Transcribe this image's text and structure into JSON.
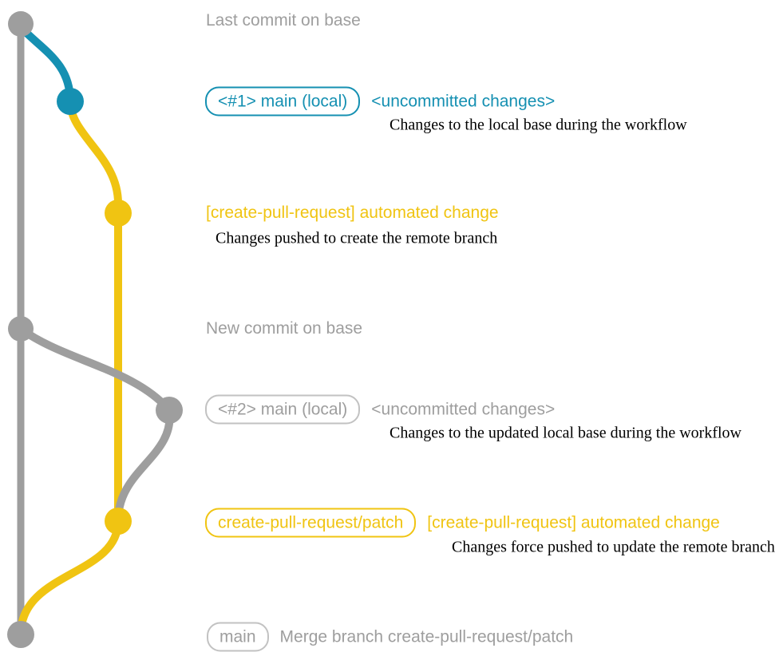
{
  "colors": {
    "gray": "#9e9e9e",
    "blue": "#1590b2",
    "yellow": "#f0c412",
    "gray_border": "#c2c2c2",
    "ink": "#000000",
    "bg": "#ffffff"
  },
  "graph": {
    "type": "git-branch-diagram",
    "branches": [
      {
        "name": "base",
        "color": "gray"
      },
      {
        "name": "local-main-1",
        "color": "blue"
      },
      {
        "name": "create-pull-request-patch",
        "color": "yellow"
      },
      {
        "name": "local-main-2",
        "color": "gray"
      }
    ],
    "nodes": [
      {
        "name": "last-commit-on-base",
        "color": "gray"
      },
      {
        "name": "local-main-1-commit",
        "color": "blue"
      },
      {
        "name": "automated-change-commit-1",
        "color": "yellow"
      },
      {
        "name": "new-commit-on-base",
        "color": "gray"
      },
      {
        "name": "local-main-2-commit",
        "color": "gray"
      },
      {
        "name": "automated-change-commit-2",
        "color": "yellow"
      },
      {
        "name": "merge-commit-on-main",
        "color": "gray"
      }
    ]
  },
  "annotations": {
    "row1": {
      "text": "Last commit on base"
    },
    "row2": {
      "badge": "<#1> main (local)",
      "side": "<uncommitted changes>",
      "desc": "Changes to the local base during the workflow"
    },
    "row3": {
      "title": "[create-pull-request] automated change",
      "desc": "Changes pushed to create the remote branch"
    },
    "row4": {
      "text": "New commit on base"
    },
    "row5": {
      "badge": "<#2> main (local)",
      "side": "<uncommitted changes>",
      "desc": "Changes to the updated local base during the workflow"
    },
    "row6": {
      "badge": "create-pull-request/patch",
      "side": "[create-pull-request] automated change",
      "desc": "Changes force pushed to update the remote branch"
    },
    "row7": {
      "badge": "main",
      "side": "Merge branch create-pull-request/patch"
    }
  }
}
